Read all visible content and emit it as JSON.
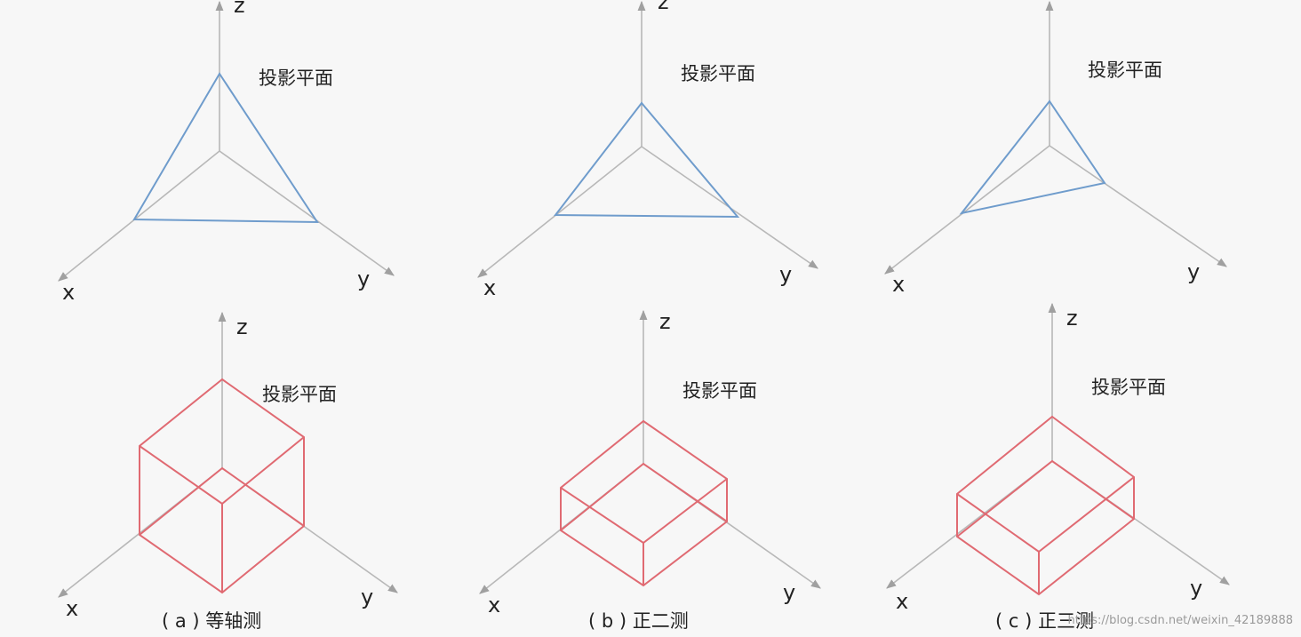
{
  "panels": [
    {
      "caption": "( a ) 等轴测",
      "axis_labels": {
        "x": "x",
        "y": "y",
        "z": "z"
      },
      "plane_label_top": "投影平面",
      "plane_label_bottom": "投影平面"
    },
    {
      "caption": "( b ) 正二测",
      "axis_labels": {
        "x": "x",
        "y": "y",
        "z": "z"
      },
      "plane_label_top": "投影平面",
      "plane_label_bottom": "投影平面"
    },
    {
      "caption": "( c ) 正三测",
      "axis_labels": {
        "x": "x",
        "y": "y",
        "z": "z"
      },
      "plane_label_top": "投影平面",
      "plane_label_bottom": "投影平面"
    }
  ],
  "watermark": "https://blog.csdn.net/weixin_42189888",
  "colors": {
    "triangle": "#6f9ccc",
    "cube": "#e06a72",
    "axis": "#b8b8b8",
    "background": "#f7f7f7"
  }
}
